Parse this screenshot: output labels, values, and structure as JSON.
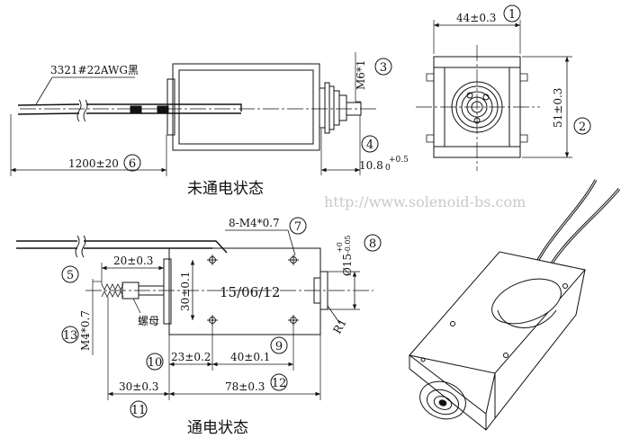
{
  "top_view": {
    "wire_label": "3321#22AWG黑",
    "length_label": "1200±20",
    "thread_label": "M6*1",
    "stroke_label_main": "10.8",
    "stroke_tol_upper": "+0.5",
    "stroke_tol_lower": "0",
    "state_caption": "未通电状态",
    "callouts": {
      "length": "6",
      "thread": "3",
      "stroke": "4"
    }
  },
  "end_view": {
    "width_label": "44±0.3",
    "height_label": "51±0.3",
    "callouts": {
      "width": "1",
      "height": "2"
    }
  },
  "bottom_view": {
    "mount_holes_label": "8-M4*0.7",
    "date_code": "15/06/12",
    "diameter_main": "Ø15",
    "diameter_tol_upper": "+0",
    "diameter_tol_lower": "-0.05",
    "hole_spacing_v": "30±0.1",
    "plunger_ext_label": "20±0.3",
    "thread_label": "M4*0.7",
    "nut_label": "螺母",
    "radius_label": "R1",
    "offset_label": "23±0.2",
    "hole_spacing_h": "40±0.1",
    "travel_label": "30±0.3",
    "body_length_label": "78±0.3",
    "state_caption": "通电状态",
    "callouts": {
      "mount_holes": "7",
      "diameter": "8",
      "plunger_ext": "5",
      "thread": "13",
      "offset": "10",
      "hole_spacing_h": "9",
      "body_length": "12",
      "travel": "11"
    }
  },
  "watermark": "http://www.solenoid-bs.com"
}
